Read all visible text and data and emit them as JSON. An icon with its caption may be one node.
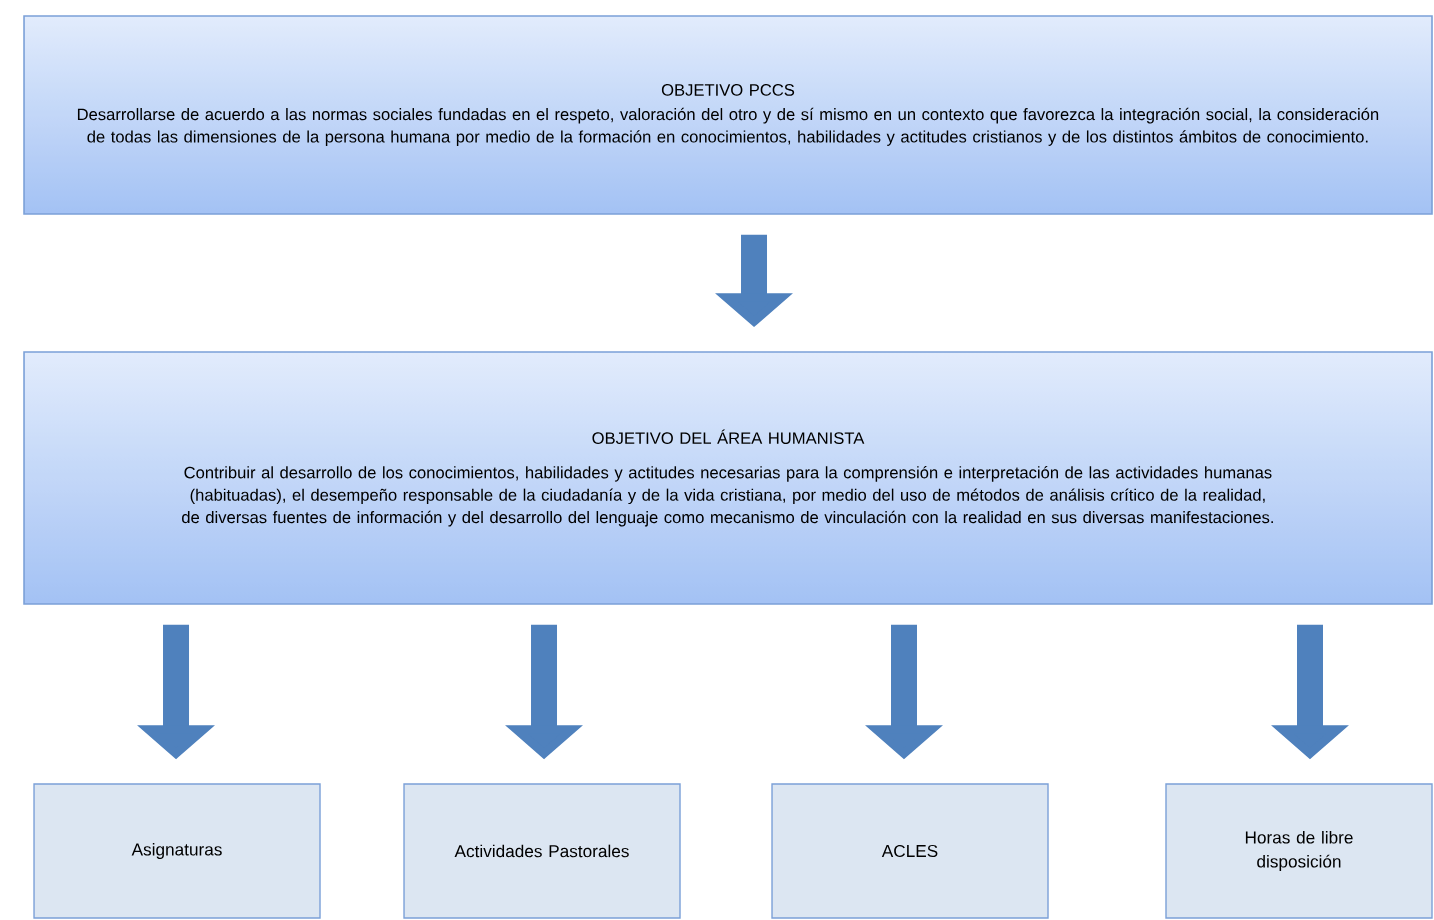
{
  "diagram": {
    "nodes": [
      {
        "text": [
          "OBJETIVO PCCS",
          "Desarrollarse  de acuerdo a las normas sociales fundadas en el respeto, valoración del otro y de sí mismo en un contexto que favorezca la integración social, la consideración de todas las dimensiones de la persona humana  por medio de la formación en conocimientos, habilidades y actitudes cristianos y de los distintos ámbitos de conocimiento."
        ]
      },
      {
        "text": [
          "OBJETIVO DEL ÁREA HUMANISTA",
          "Contribuir al desarrollo de los conocimientos, habilidades y actitudes necesarias para la comprensión e interpretación de las actividades humanas (habituadas), el desempeño responsable de la ciudadanía y de la vida cristiana, por medio del uso de métodos de análisis crítico de la realidad, de diversas  fuentes de información y del desarrollo del lenguaje como mecanismo de vinculación con la realidad en sus diversas manifestaciones."
        ]
      },
      {
        "text": [
          "Asignaturas"
        ]
      },
      {
        "text": [
          "Actividades Pastorales"
        ]
      },
      {
        "text": [
          "ACLES"
        ]
      },
      {
        "text": [
          "Horas de libre disposición"
        ]
      }
    ],
    "edges": [
      {
        "from": 0,
        "to": 1,
        "arrow": "to"
      },
      {
        "from": 1,
        "to": 2,
        "arrow": "to"
      },
      {
        "from": 1,
        "to": 3,
        "arrow": "to"
      },
      {
        "from": 1,
        "to": 4,
        "arrow": "to"
      },
      {
        "from": 1,
        "to": 5,
        "arrow": "to"
      }
    ]
  }
}
